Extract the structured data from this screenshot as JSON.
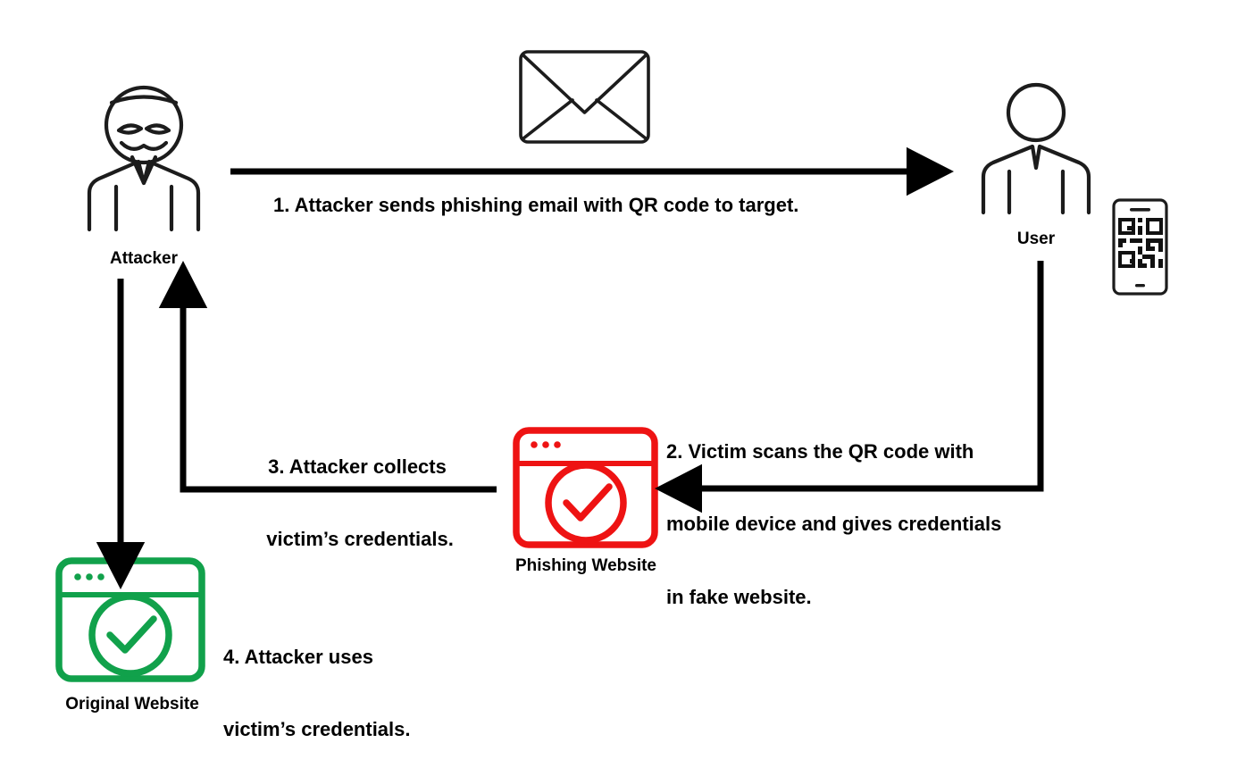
{
  "diagram": {
    "title": "QR code phishing (quishing) attack flow",
    "background": "#ffffff",
    "colors": {
      "stroke": "#1a1a1a",
      "arrow": "#000000",
      "text": "#000000",
      "phishing_red": "#ee1313",
      "original_green": "#11a14b"
    }
  },
  "nodes": {
    "attacker": {
      "label": "Attacker",
      "icon": "masked-attacker-person-icon"
    },
    "user": {
      "label": "User",
      "icon": "person-icon"
    },
    "email": {
      "icon": "envelope-icon"
    },
    "phone": {
      "icon": "smartphone-with-qr-code-icon"
    },
    "phishing_website": {
      "label": "Phishing Website",
      "icon": "browser-window-check-icon",
      "color": "#ee1313"
    },
    "original_website": {
      "label": "Original Website",
      "icon": "browser-window-check-icon",
      "color": "#11a14b"
    }
  },
  "steps": [
    {
      "id": "step-1",
      "number": "1.",
      "text": "1. Attacker sends phishing email with QR code to target.",
      "lines": [
        "1. Attacker sends phishing email with QR code to target."
      ],
      "from": "attacker",
      "to": "user",
      "arrow": "straight-right"
    },
    {
      "id": "step-2",
      "number": "2.",
      "text": "2. Victim scans the QR code with mobile device and gives credentials in fake website.",
      "lines": [
        "2. Victim scans the QR code with",
        "mobile device and gives credentials",
        "in fake website."
      ],
      "from": "user",
      "to": "phishing_website",
      "arrow": "elbow-down-left"
    },
    {
      "id": "step-3",
      "number": "3.",
      "text": "3. Attacker collects victim’s credentials.",
      "lines": [
        "3. Attacker collects",
        " victim’s credentials."
      ],
      "from": "phishing_website",
      "to": "attacker",
      "arrow": "elbow-left-up"
    },
    {
      "id": "step-4",
      "number": "4.",
      "text": "4. Attacker uses victim’s credentials.",
      "lines": [
        "4. Attacker uses",
        "victim’s credentials."
      ],
      "from": "attacker",
      "to": "original_website",
      "arrow": "straight-down"
    }
  ]
}
